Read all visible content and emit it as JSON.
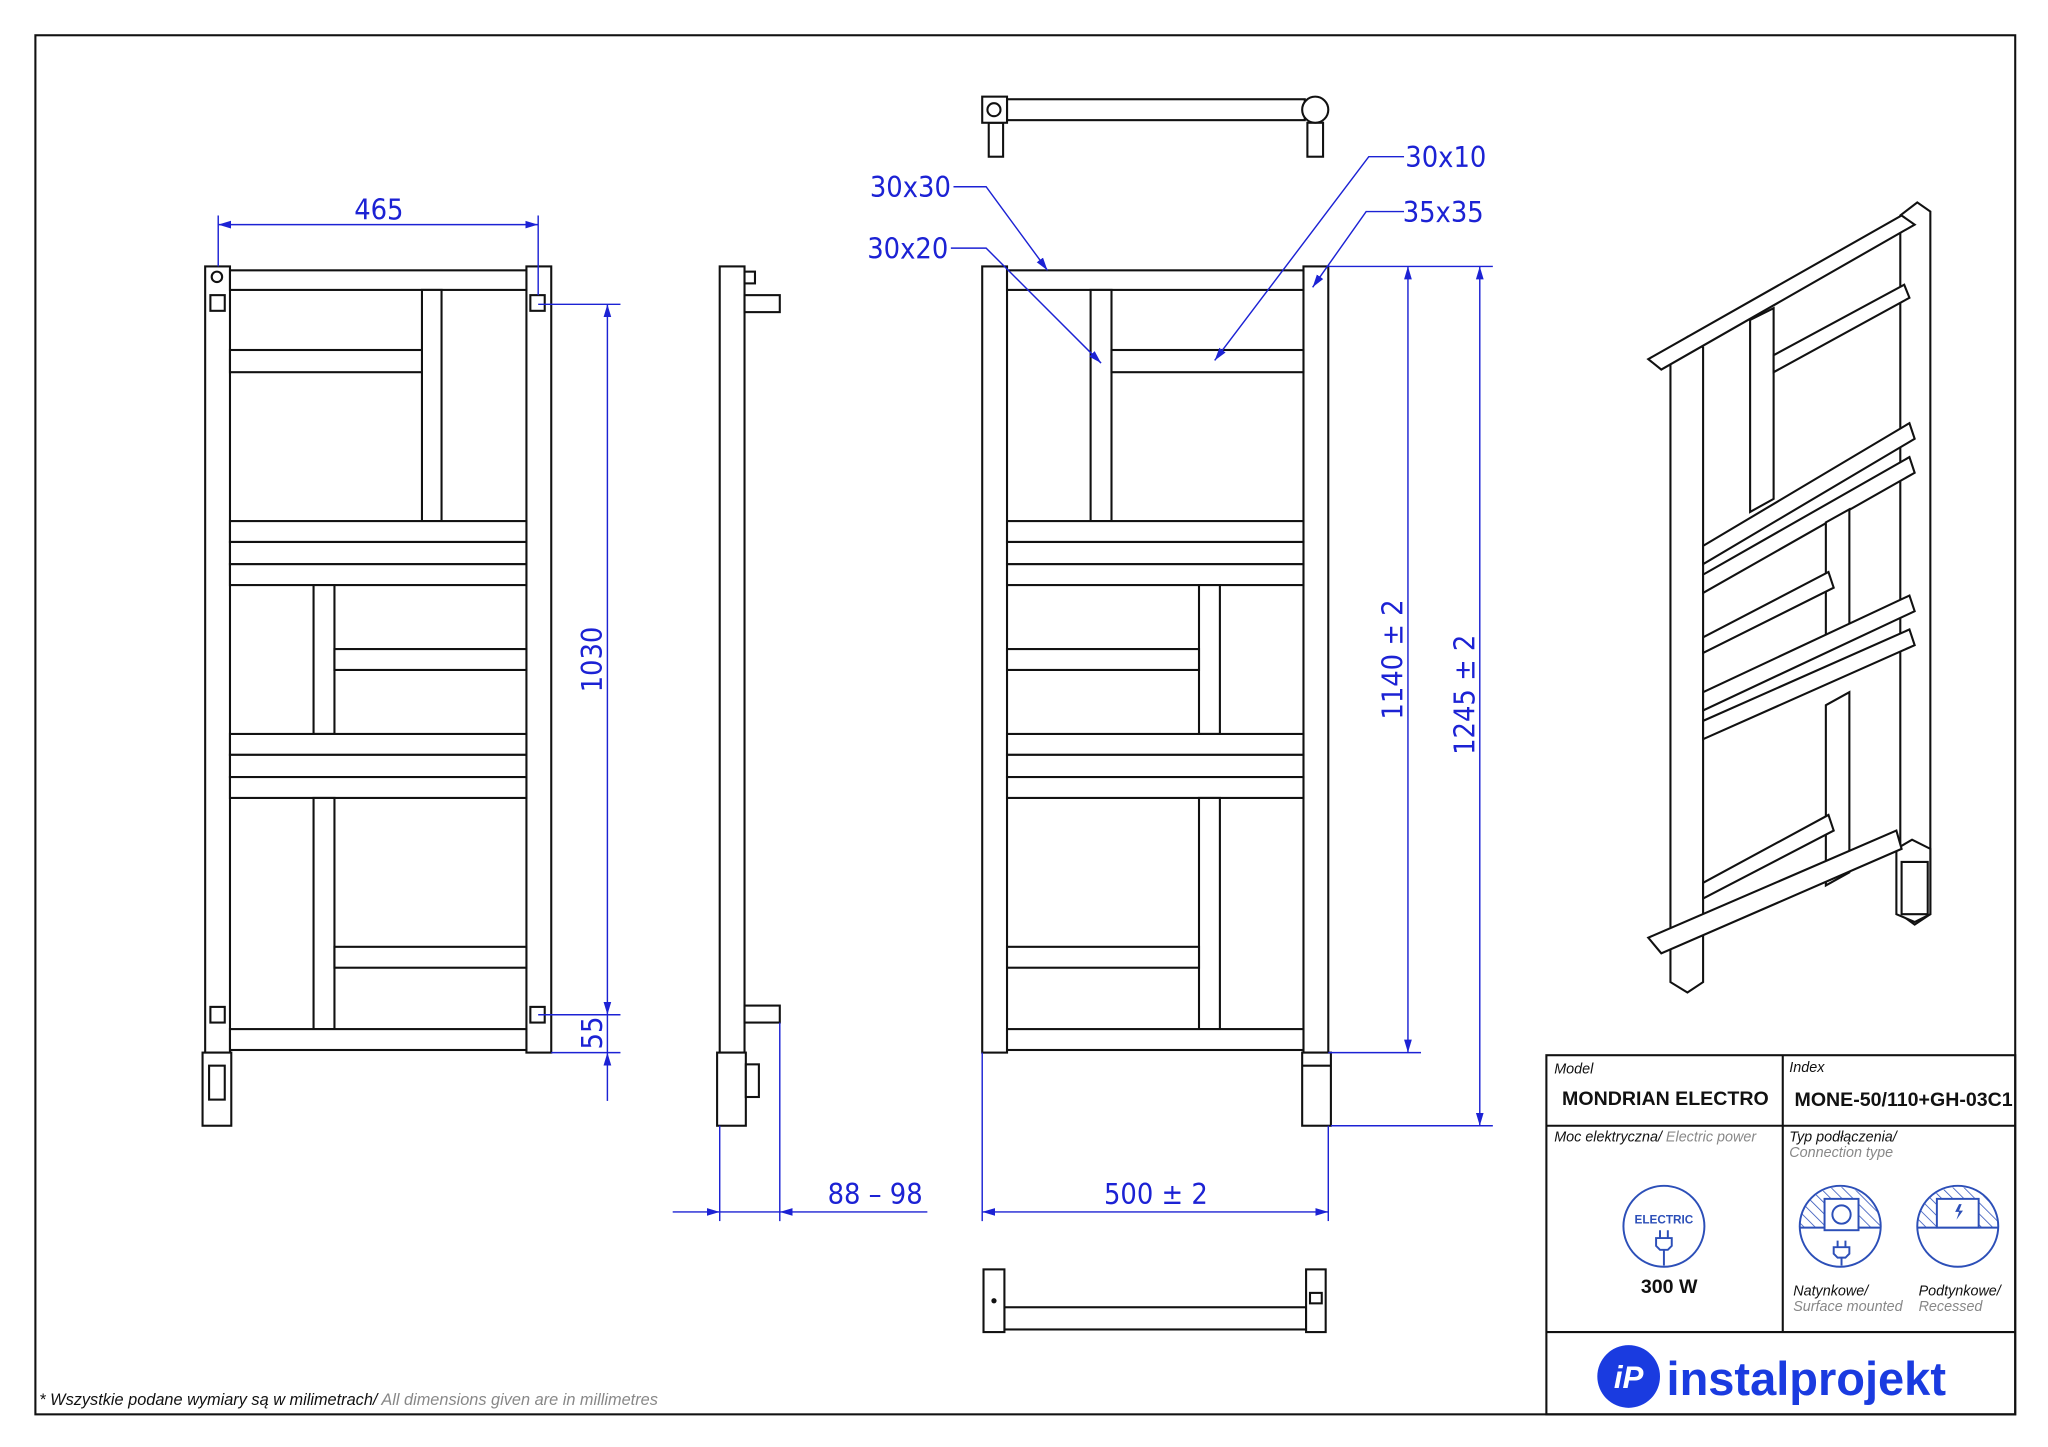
{
  "dimensions": {
    "width_465": "465",
    "height_1030": "1030",
    "offset_55": "55",
    "depth": "88 – 98",
    "width_500": "500  ± 2",
    "height_1140": "1140  ± 2",
    "height_1245": "1245  ± 2"
  },
  "profiles": {
    "p30x30": "30x30",
    "p30x20": "30x20",
    "p30x10": "30x10",
    "p35x35": "35x35"
  },
  "footnote": {
    "pl": "* Wszystkie podane wymiary są w milimetrach/",
    "en": " All dimensions given are in millimetres"
  },
  "title_block": {
    "model_label": "Model",
    "model_value": "MONDRIAN ELECTRO",
    "index_label": "Index",
    "index_value": "MONE-50/110+GH-03C1",
    "power_label_pl": "Moc elektryczna/",
    "power_label_en": " Electric power",
    "power_icon_text": "ELECTRIC",
    "power_value": "300 W",
    "connection_label_pl": "Typ podłączenia/",
    "connection_label_en": "Connection type",
    "surface_pl": "Natynkowe/",
    "surface_en": "Surface mounted",
    "recessed_pl": "Podtynkowe/",
    "recessed_en": "Recessed",
    "brand": "instalprojekt",
    "brand_color": "#1a3be0"
  }
}
